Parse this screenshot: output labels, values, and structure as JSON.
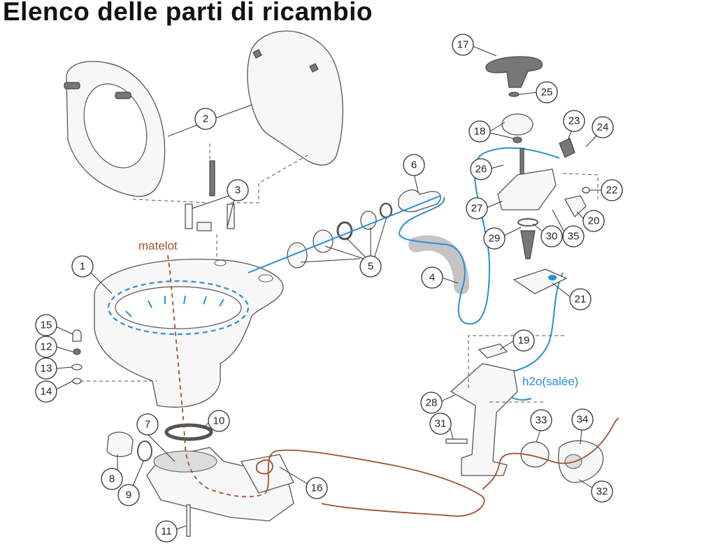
{
  "title": "Elenco delle parti di ricambio",
  "annotations": {
    "matelot": "matelot",
    "h2o": "h2o(salée)"
  },
  "callouts": [
    "1",
    "2",
    "3",
    "4",
    "5",
    "6",
    "7",
    "8",
    "9",
    "10",
    "11",
    "12",
    "13",
    "14",
    "15",
    "16",
    "17",
    "18",
    "19",
    "20",
    "21",
    "22",
    "23",
    "24",
    "25",
    "26",
    "27",
    "28",
    "29",
    "30",
    "31",
    "32",
    "33",
    "34",
    "35"
  ],
  "colors": {
    "water_line": "#2a8fd6",
    "waste_line": "#a0522d",
    "outline": "#555555"
  }
}
